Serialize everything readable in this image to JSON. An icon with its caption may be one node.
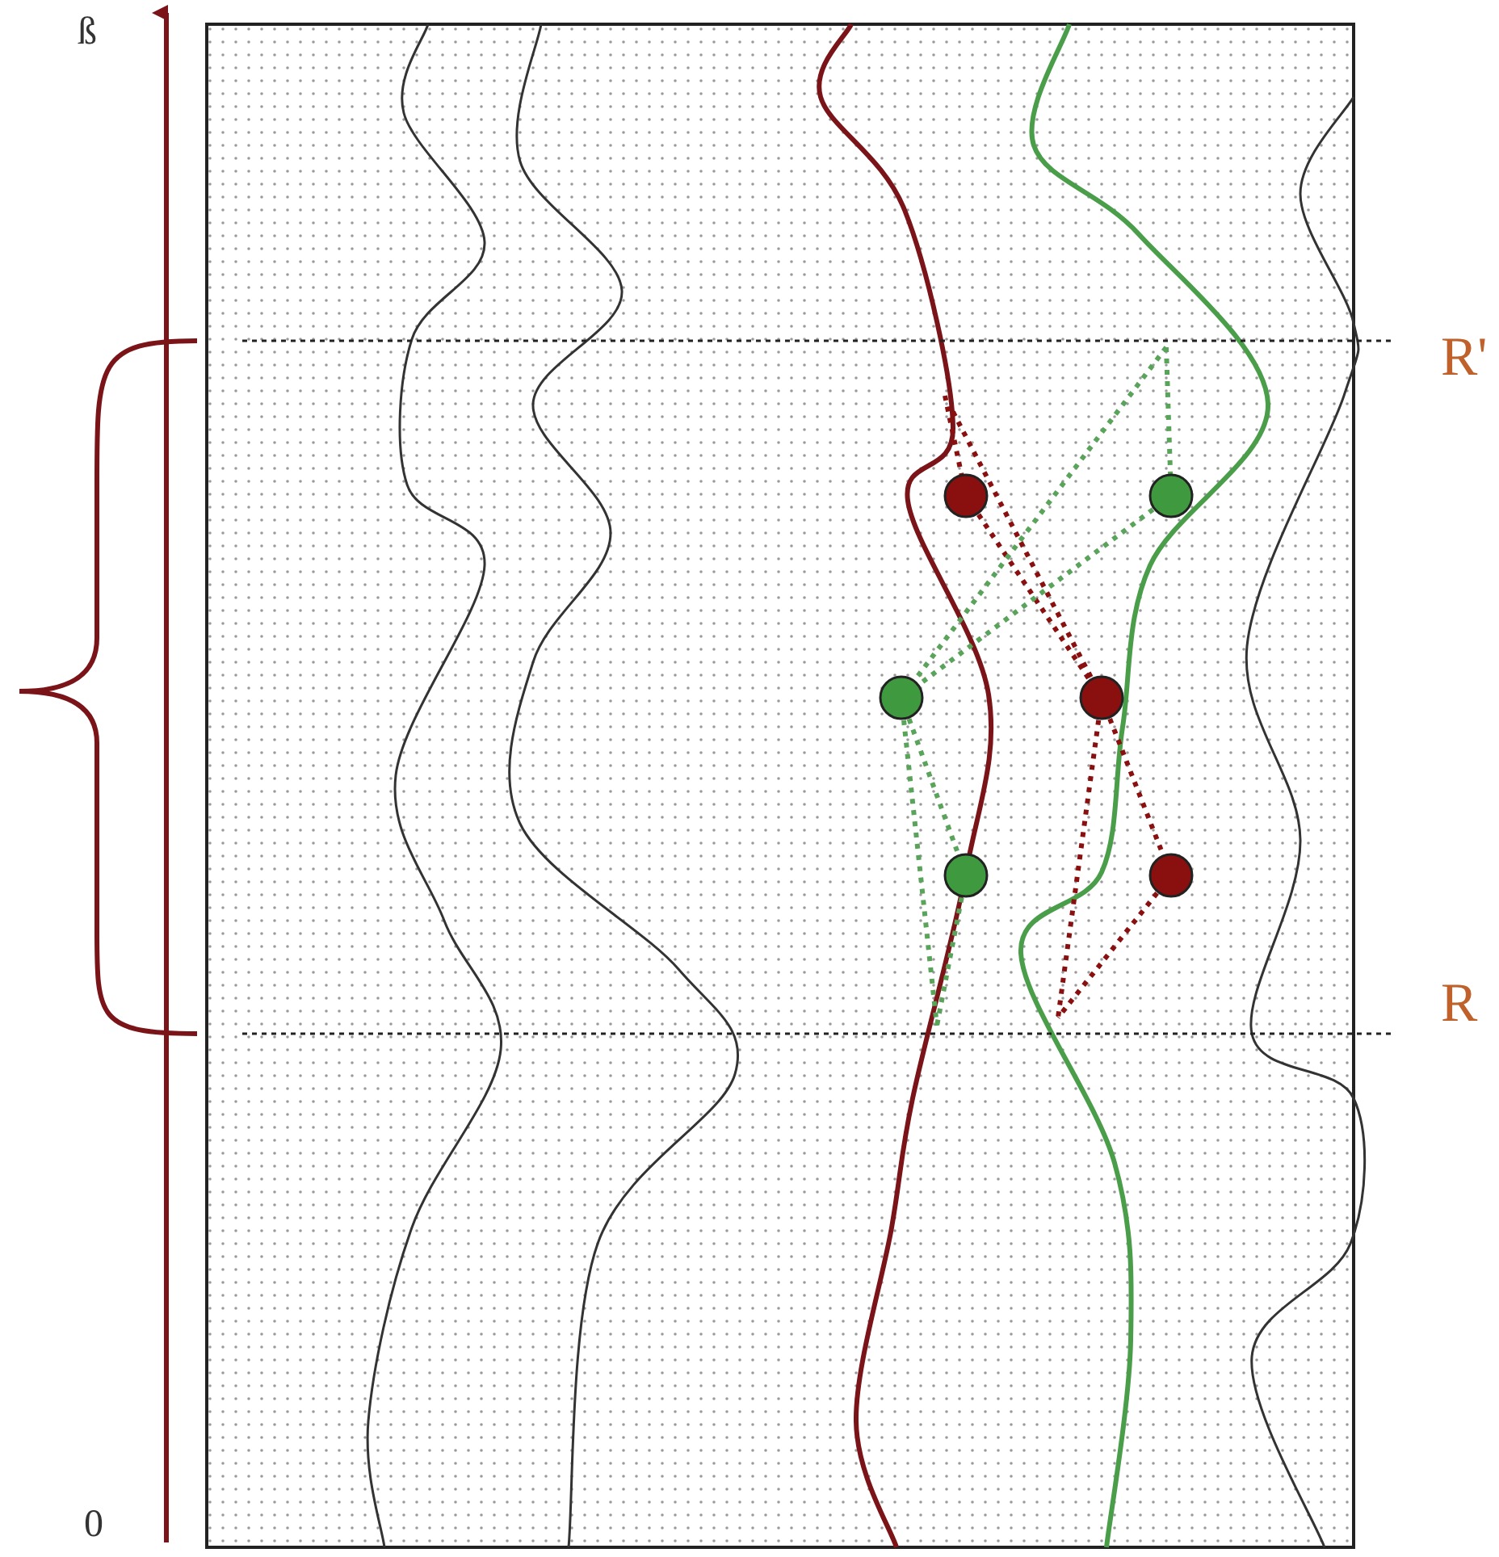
{
  "diagram": {
    "labels": [
      "ß",
      "R'",
      "R",
      "0"
    ]
  }
}
